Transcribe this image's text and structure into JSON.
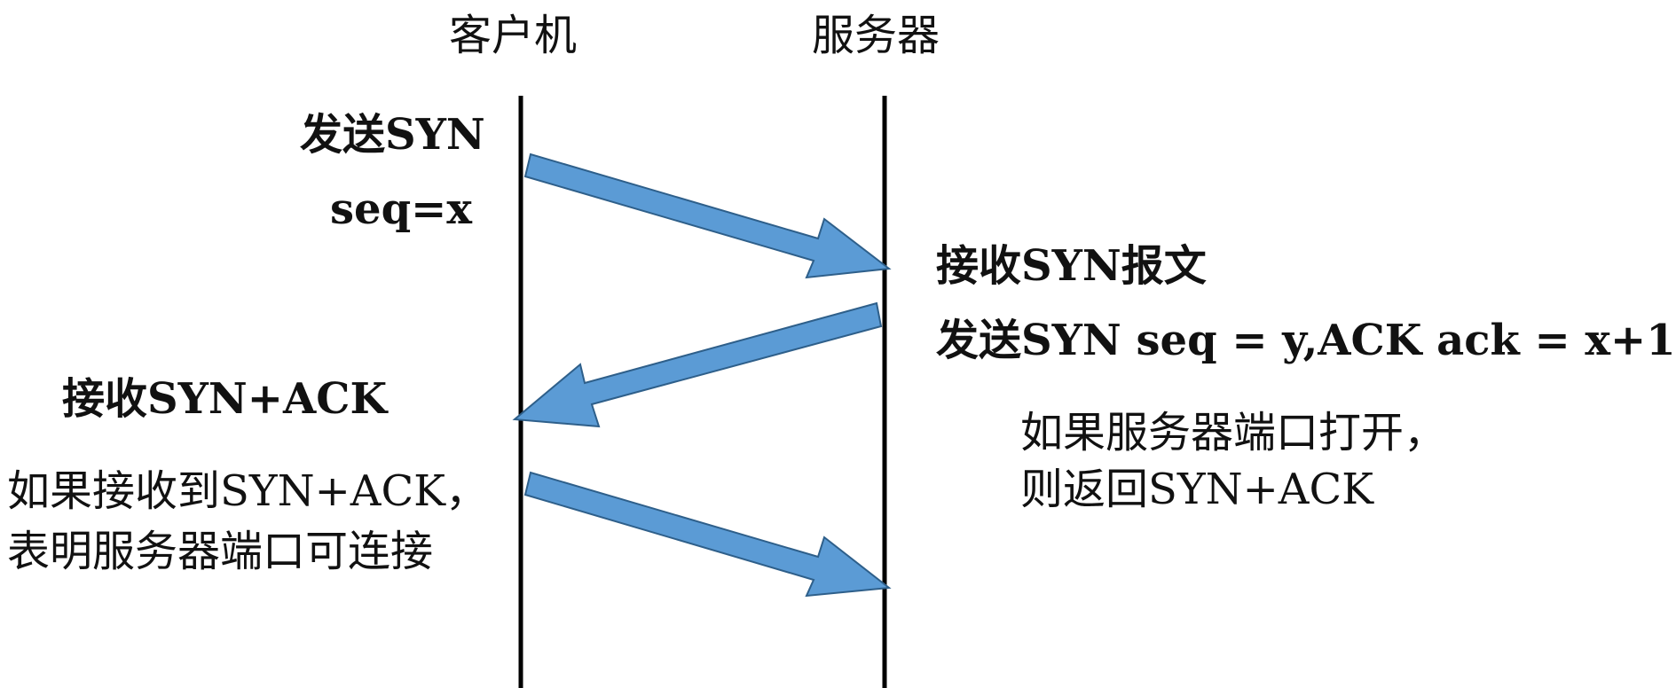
{
  "lanes": {
    "client": "客户机",
    "server": "服务器"
  },
  "client": {
    "send_syn": "发送SYN",
    "seq": "seq=x",
    "recv_synack": "接收SYN+ACK",
    "note_line1": "如果接收到SYN+ACK，",
    "note_line2": "表明服务器端口可连接"
  },
  "server": {
    "recv_syn": "接收SYN报文",
    "send_synack": "发送SYN seq = y,ACK ack = x+1",
    "note_line1": "如果服务器端口打开，",
    "note_line2": "则返回SYN+ACK"
  },
  "colors": {
    "arrow_fill": "#5b9bd5",
    "arrow_stroke": "#2e5f8a",
    "lane_line": "#000000"
  }
}
